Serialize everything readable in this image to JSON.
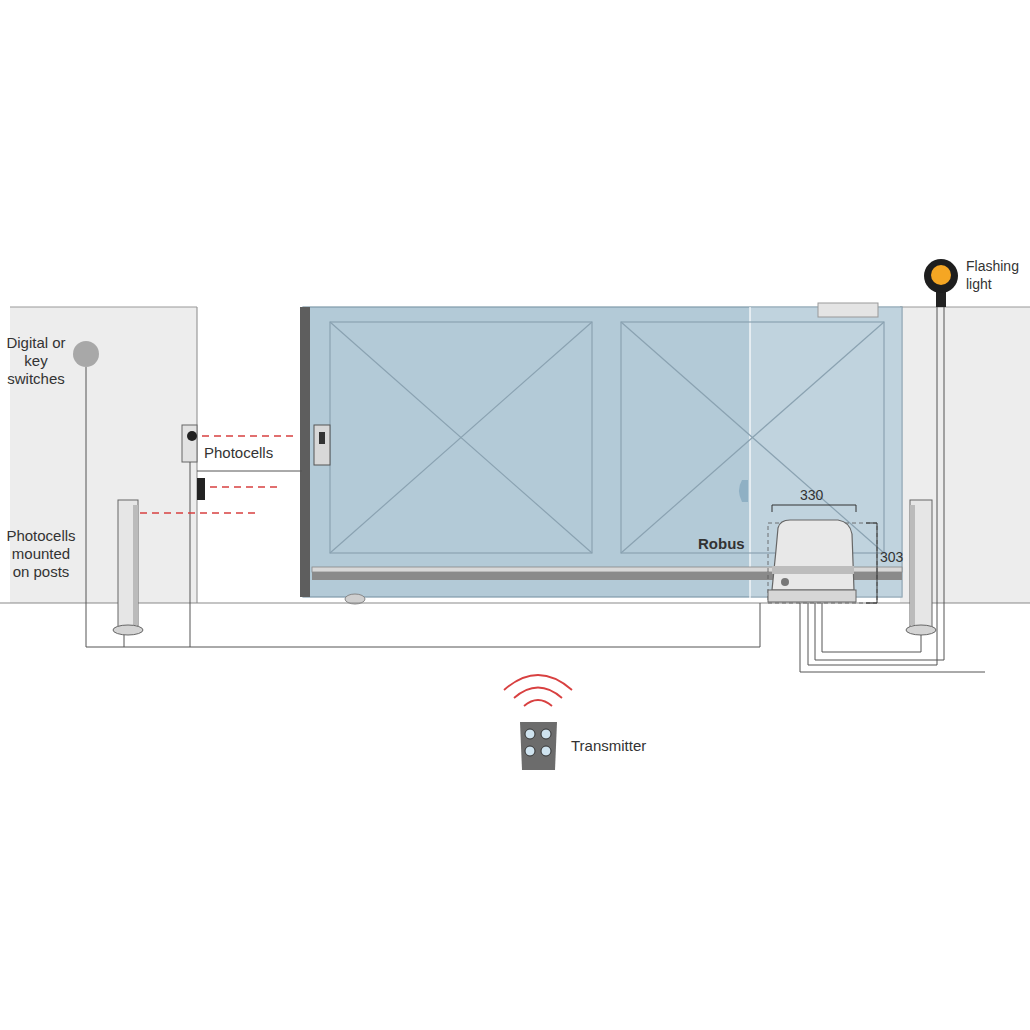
{
  "diagram": {
    "labels": [
      "Flashing light",
      "Digital or key switches",
      "Photocells",
      "Photocells mounted on posts",
      "Robus",
      "330",
      "303",
      "Transmitter"
    ]
  }
}
